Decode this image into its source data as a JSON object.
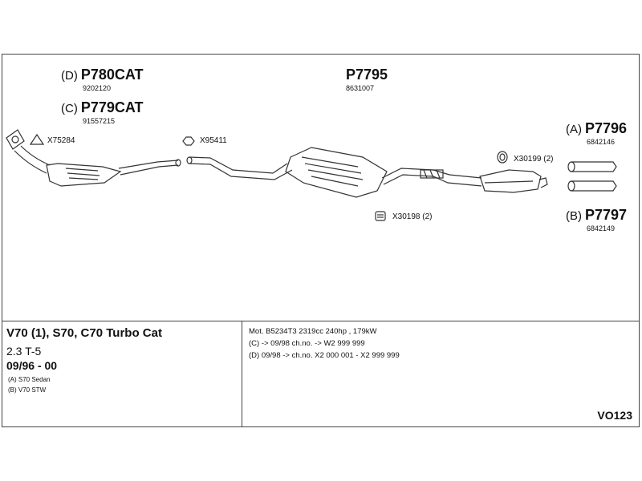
{
  "parts": {
    "p780cat": {
      "prefix": "(D)",
      "code": "P780CAT",
      "oe": "9202120"
    },
    "p779cat": {
      "prefix": "(C)",
      "code": "P779CAT",
      "oe": "91557215"
    },
    "p7795": {
      "code": "P7795",
      "oe": "8631007"
    },
    "p7796": {
      "prefix": "(A)",
      "code": "P7796",
      "oe": "6842146"
    },
    "p7797": {
      "prefix": "(B)",
      "code": "P7797",
      "oe": "6842149"
    }
  },
  "fittings": {
    "x75284": "X75284",
    "x95411": "X95411",
    "x30199": "X30199 (2)",
    "x30198": "X30198 (2)"
  },
  "vehicle": {
    "model": "V70 (1), S70, C70 Turbo Cat",
    "engine": "2.3 T-5",
    "years": "09/96 - 00",
    "note_a": "(A) S70 Sedan",
    "note_b": "(B) V70 STW"
  },
  "specs": {
    "engine_line": "Mot. B5234T3 2319cc 240hp , 179kW",
    "line_c": "(C) -> 09/98 ch.no. -> W2 999 999",
    "line_d": "(D) 09/98 -> ch.no. X2 000 001 - X2 999 999"
  },
  "catalog_code": "VO123",
  "colors": {
    "line": "#333333",
    "background": "#ffffff"
  }
}
